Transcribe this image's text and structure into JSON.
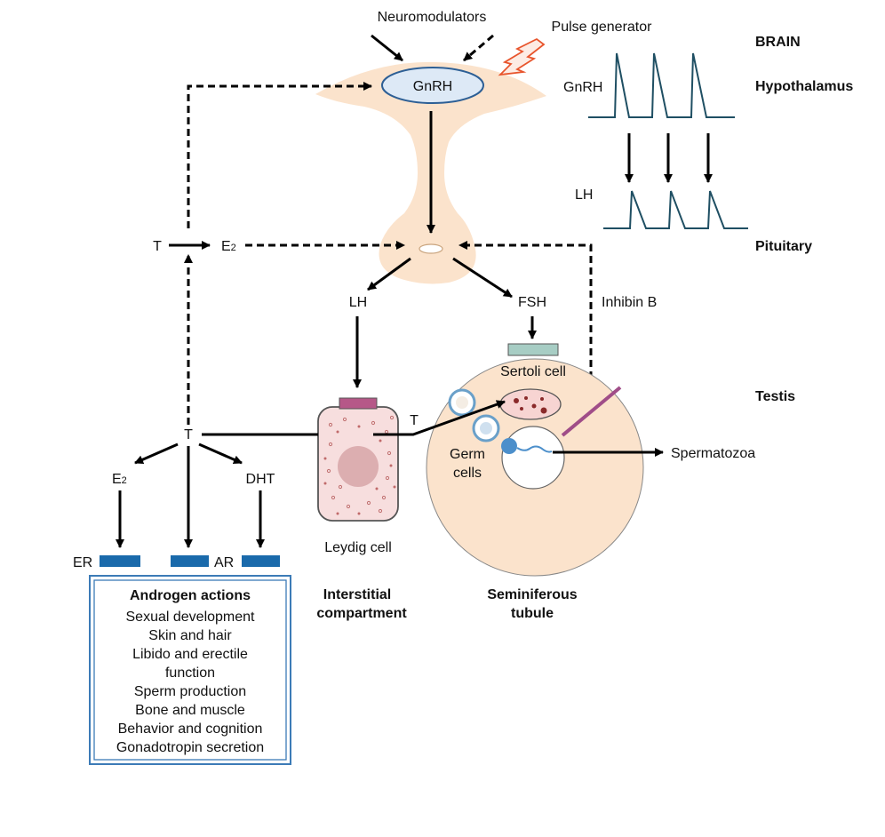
{
  "labels": {
    "neuromodulators": "Neuromodulators",
    "pulse_generator": "Pulse generator",
    "brain": "BRAIN",
    "hypothalamus": "Hypothalamus",
    "pituitary": "Pituitary",
    "testis": "Testis",
    "gnrh_cell": "GnRH",
    "gnrh_pulse": "GnRH",
    "lh_pulse": "LH",
    "lh": "LH",
    "fsh": "FSH",
    "inhibin_b": "Inhibin B",
    "t_feedback": "T",
    "e2_feedback_main": "E",
    "e2_feedback_sub": "2",
    "t_center": "T",
    "e2_main": "E",
    "e2_sub": "2",
    "dht": "DHT",
    "er": "ER",
    "ar": "AR",
    "t_to_sertoli": "T",
    "sertoli_cell": "Sertoli cell",
    "germ_cells_1": "Germ",
    "germ_cells_2": "cells",
    "spermatozoa": "Spermatozoa",
    "leydig_cell": "Leydig cell",
    "interstitial_1": "Interstitial",
    "interstitial_2": "compartment",
    "seminiferous_1": "Seminiferous",
    "seminiferous_2": "tubule"
  },
  "androgen_box": {
    "title": "Androgen actions",
    "items": [
      "Sexual development",
      "Skin and hair",
      "Libido and erectile",
      "function",
      "Sperm production",
      "Bone and muscle",
      "Behavior and cognition",
      "Gonadotropin secretion"
    ]
  },
  "colors": {
    "tissue": "#fbe3cc",
    "gnrh_fill": "#dde9f6",
    "gnrh_stroke": "#2d5f95",
    "pulse_line": "#1f4f63",
    "receptor": "#1a6aab",
    "leydig_fill": "#f7dede",
    "leydig_cap": "#b65888",
    "sertoli_receptor": "#a7cdc4",
    "box_border": "#3c7bb7",
    "pulse_arrow": "#e8552d"
  }
}
